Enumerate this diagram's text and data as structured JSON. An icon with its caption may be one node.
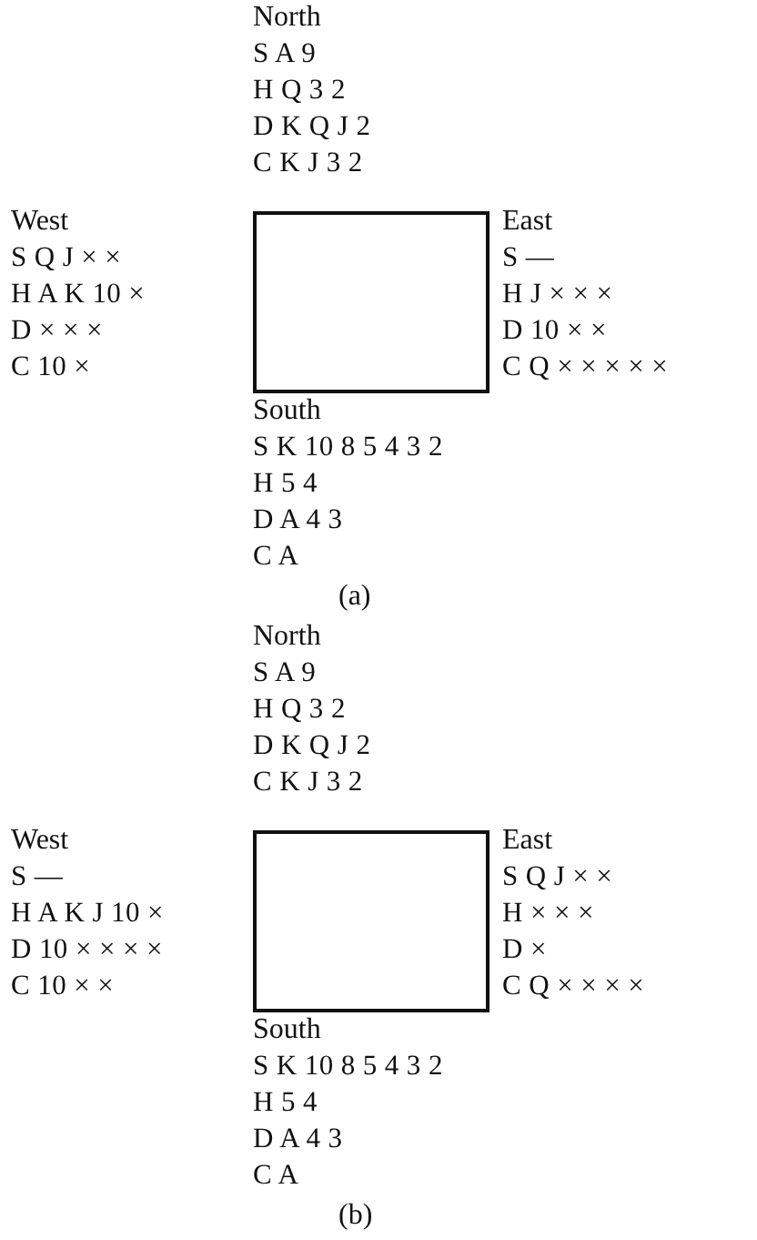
{
  "diagram": {
    "nodes": [
      {
        "text": [],
        "shape": "box",
        "beside": [
          "North",
          "S A 9",
          "H Q 3 2",
          "D K Q J 2",
          "C K J 3 2",
          "West",
          "S Q J × ×",
          "H A K 10 ×",
          "D × × ×",
          "C 10 ×",
          "East",
          "S —",
          "H J × × ×",
          "D 10 × ×",
          "C Q × × × × ×",
          "South",
          "S K 10 8 5 4 3 2",
          "H 5 4",
          "D A 4 3",
          "C A",
          "(a)"
        ]
      },
      {
        "text": [],
        "shape": "box",
        "beside": [
          "North",
          "S A 9",
          "H Q 3 2",
          "D K Q J 2",
          "C K J 3 2",
          "West",
          "S —",
          "H A K J 10 ×",
          "D 10 × × × ×",
          "C 10 × ×",
          "East",
          "S Q J × ×",
          "H × × ×",
          "D ×",
          "C Q × × × ×",
          "South",
          "S K 10 8 5 4 3 2",
          "H 5 4",
          "D A 4 3",
          "C A",
          "(b)"
        ]
      }
    ]
  }
}
